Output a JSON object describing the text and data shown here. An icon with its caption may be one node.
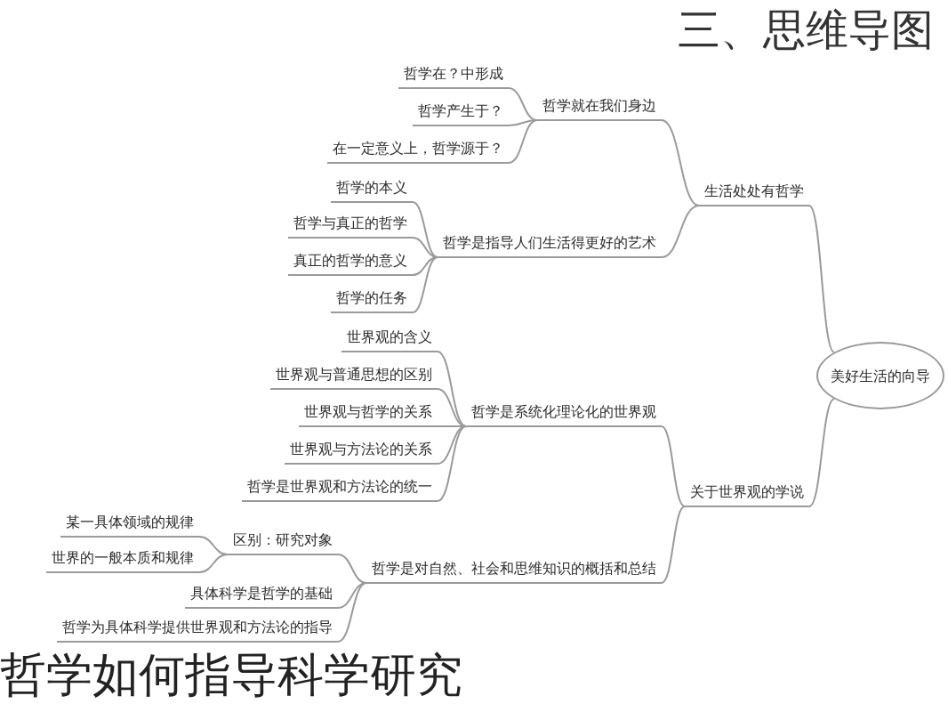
{
  "diagram": {
    "title": "三、思维导图",
    "caption": "哲学如何指导科学研究",
    "nodes": [
      {
        "text": [
          "美好生活的向导"
        ]
      },
      {
        "text": [
          "生活处处有哲学"
        ]
      },
      {
        "text": [
          "哲学就在我们身边"
        ]
      },
      {
        "text": [
          "哲学在？中形成"
        ]
      },
      {
        "text": [
          "哲学产生于？"
        ]
      },
      {
        "text": [
          "在一定意义上，哲学源于？"
        ]
      },
      {
        "text": [
          "哲学是指导人们生活得更好的艺术"
        ]
      },
      {
        "text": [
          "哲学的本义"
        ]
      },
      {
        "text": [
          "哲学与真正的哲学"
        ]
      },
      {
        "text": [
          "真正的哲学的意义"
        ]
      },
      {
        "text": [
          "哲学的任务"
        ]
      },
      {
        "text": [
          "关于世界观的学说"
        ]
      },
      {
        "text": [
          "哲学是系统化理论化的世界观"
        ]
      },
      {
        "text": [
          "世界观的含义"
        ]
      },
      {
        "text": [
          "世界观与普通思想的区别"
        ]
      },
      {
        "text": [
          "世界观与哲学的关系"
        ]
      },
      {
        "text": [
          "世界观与方法论的关系"
        ]
      },
      {
        "text": [
          "哲学是世界观和方法论的统一"
        ]
      },
      {
        "text": [
          "哲学是对自然、社会和思维知识的概括和总结"
        ]
      },
      {
        "text": [
          "区别：研究对象"
        ]
      },
      {
        "text": [
          "某一具体领域的规律"
        ]
      },
      {
        "text": [
          "世界的一般本质和规律"
        ]
      },
      {
        "text": [
          "具体科学是哲学的基础"
        ]
      },
      {
        "text": [
          "哲学为具体科学提供世界观和方法论的指导"
        ]
      }
    ],
    "edges": [
      {
        "from": 0,
        "to": 1,
        "arrow": "none"
      },
      {
        "from": 1,
        "to": 2,
        "arrow": "none"
      },
      {
        "from": 2,
        "to": 3,
        "arrow": "none"
      },
      {
        "from": 2,
        "to": 4,
        "arrow": "none"
      },
      {
        "from": 2,
        "to": 5,
        "arrow": "none"
      },
      {
        "from": 1,
        "to": 6,
        "arrow": "none"
      },
      {
        "from": 6,
        "to": 7,
        "arrow": "none"
      },
      {
        "from": 6,
        "to": 8,
        "arrow": "none"
      },
      {
        "from": 6,
        "to": 9,
        "arrow": "none"
      },
      {
        "from": 6,
        "to": 10,
        "arrow": "none"
      },
      {
        "from": 0,
        "to": 11,
        "arrow": "none"
      },
      {
        "from": 11,
        "to": 12,
        "arrow": "none"
      },
      {
        "from": 12,
        "to": 13,
        "arrow": "none"
      },
      {
        "from": 12,
        "to": 14,
        "arrow": "none"
      },
      {
        "from": 12,
        "to": 15,
        "arrow": "none"
      },
      {
        "from": 12,
        "to": 16,
        "arrow": "none"
      },
      {
        "from": 12,
        "to": 17,
        "arrow": "none"
      },
      {
        "from": 11,
        "to": 18,
        "arrow": "none"
      },
      {
        "from": 18,
        "to": 19,
        "arrow": "none"
      },
      {
        "from": 19,
        "to": 20,
        "arrow": "none"
      },
      {
        "from": 19,
        "to": 21,
        "arrow": "none"
      },
      {
        "from": 18,
        "to": 22,
        "arrow": "none"
      },
      {
        "from": 18,
        "to": 23,
        "arrow": "none"
      }
    ]
  }
}
